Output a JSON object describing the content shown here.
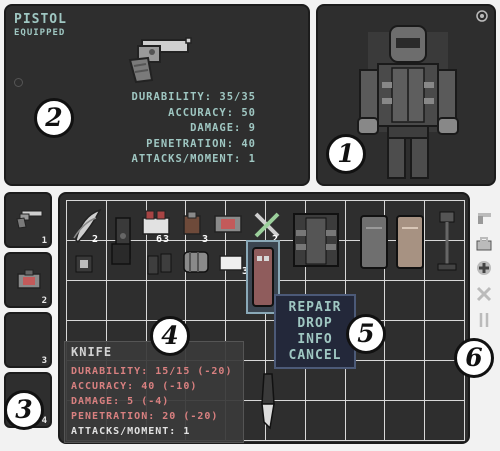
{
  "weapon": {
    "name": "PISTOL",
    "state": "EQUIPPED",
    "stats": [
      "DURABILITY: 35/35",
      "ACCURACY: 50",
      "DAMAGE: 9",
      "PENETRATION: 40",
      "ATTACKS/MOMENT: 1"
    ]
  },
  "slots": [
    "1",
    "2",
    "3",
    "4"
  ],
  "items": {
    "feathers_count": "2",
    "ammo_count": "63",
    "boxes_count": "3",
    "syringe_count": "2",
    "bandage_count": "3"
  },
  "context_menu": {
    "items": [
      "REPAIR",
      "DROP",
      "INFO",
      "CANCEL"
    ]
  },
  "tooltip": {
    "name": "KNIFE",
    "lines": [
      "DURABILITY: 15/15 (-20)",
      "ACCURACY: 40 (-10)",
      "DAMAGE: 5 (-4)",
      "PENETRATION: 20 (-20)",
      "ATTACKS/MOMENT: 1"
    ],
    "negative_color": "#d98080",
    "neutral_color": "#e2e2e2"
  },
  "badges": [
    "1",
    "2",
    "3",
    "4",
    "5",
    "6"
  ],
  "colors": {
    "panel": "#2e2e2e",
    "accent_text": "#9fc7c2",
    "grid_line": "#d8d8d8",
    "menu_bg": "#23283a"
  }
}
